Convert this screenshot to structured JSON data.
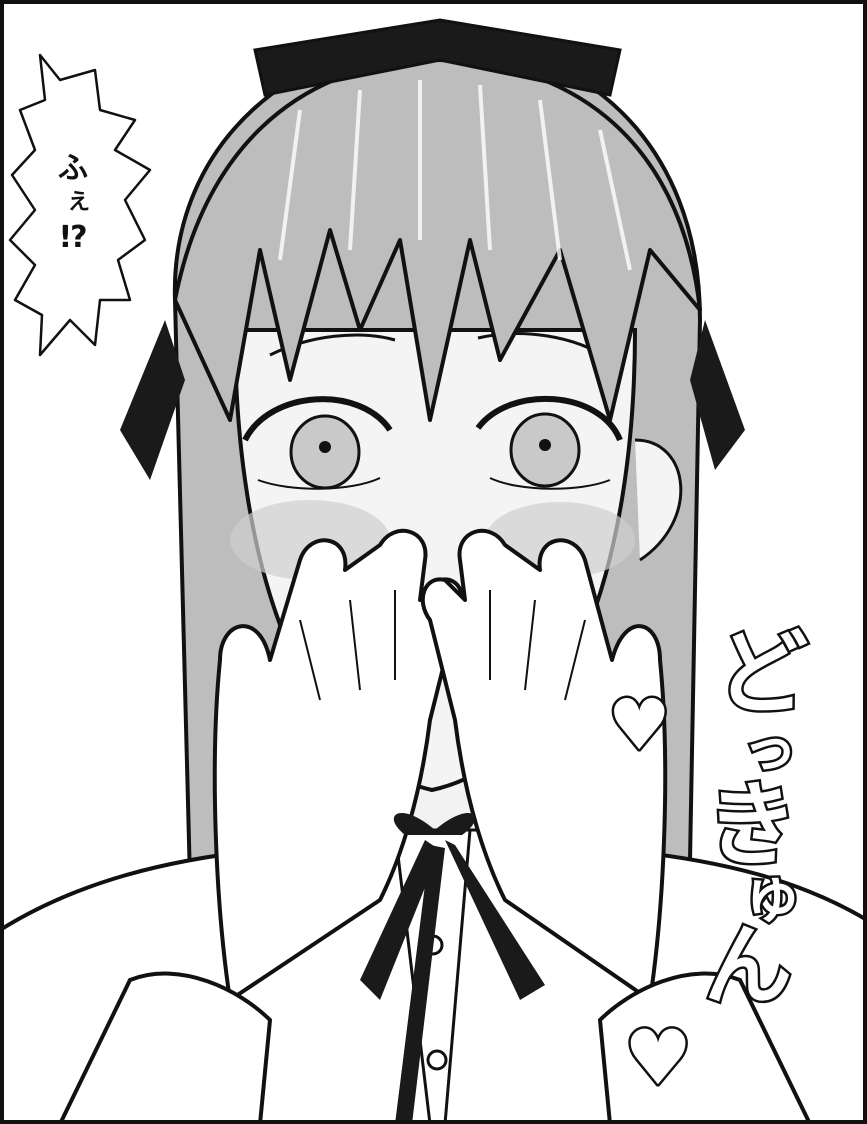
{
  "panel": {
    "speech": {
      "line1": "ふ",
      "line2": "え",
      "line3": "!?"
    },
    "sfx": {
      "char1": "ど",
      "char2": "っ",
      "char3": "き",
      "char4": "ゅ",
      "char5": "ん",
      "heart1": "♥",
      "heart2": "♥"
    }
  }
}
